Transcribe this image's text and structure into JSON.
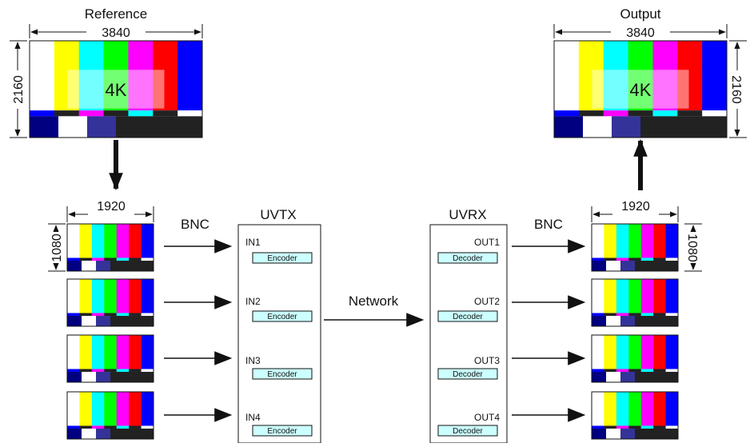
{
  "diagram": {
    "reference": {
      "title": "Reference",
      "width": "3840",
      "height": "2160",
      "badge": "4K"
    },
    "output": {
      "title": "Output",
      "width": "3840",
      "height": "2160",
      "badge": "4K"
    },
    "sub_width": "1920",
    "sub_height": "1080",
    "connection_left": "BNC",
    "connection_right": "BNC",
    "network": "Network",
    "tx": {
      "title": "UVTX",
      "channels": [
        {
          "port": "IN1",
          "block": "Encoder"
        },
        {
          "port": "IN2",
          "block": "Encoder"
        },
        {
          "port": "IN3",
          "block": "Encoder"
        },
        {
          "port": "IN4",
          "block": "Encoder"
        }
      ]
    },
    "rx": {
      "title": "UVRX",
      "channels": [
        {
          "port": "OUT1",
          "block": "Decoder"
        },
        {
          "port": "OUT2",
          "block": "Decoder"
        },
        {
          "port": "OUT3",
          "block": "Decoder"
        },
        {
          "port": "OUT4",
          "block": "Decoder"
        }
      ]
    }
  },
  "colors": {
    "bars": [
      "#ffffff",
      "#ffff00",
      "#00ffff",
      "#00ff00",
      "#ff00ff",
      "#ff0000",
      "#0000ff"
    ],
    "navy": "#000080",
    "purple": "#333399",
    "black_band": "#222222",
    "block_fill": "#ccffff",
    "stroke": "#111111"
  }
}
